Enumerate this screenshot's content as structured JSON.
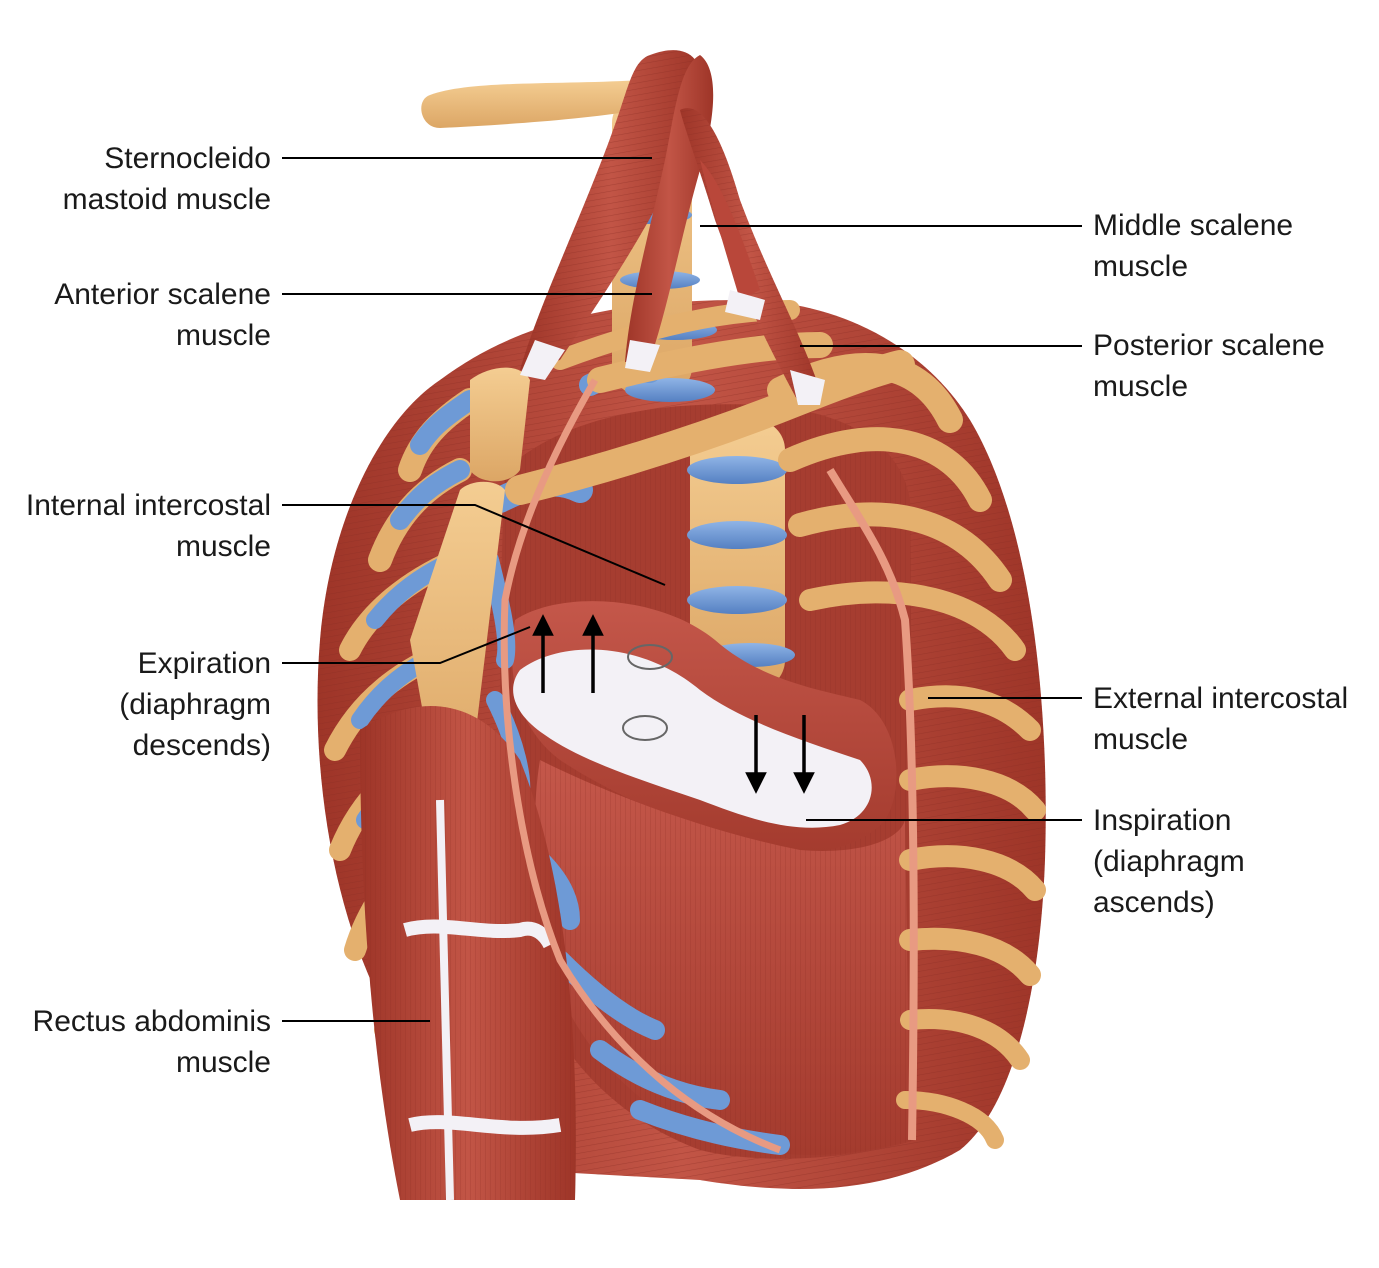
{
  "colors": {
    "muscle": "#b8473a",
    "muscle_dark": "#8f3026",
    "muscle_light": "#cd6a5c",
    "bone": "#e9b978",
    "bone_dark": "#c9914e",
    "cartilage": "#6e9ad6",
    "cartilage_dark": "#4a73b4",
    "tendon": "#f3f1f6",
    "leader": "#000000",
    "label_text": "#1a1a1a"
  },
  "labels": {
    "sternocleidomastoid": "Sternocleido\nmastoid muscle",
    "anterior_scalene": "Anterior scalene\nmuscle",
    "internal_intercostal": "Internal intercostal\nmuscle",
    "expiration": "Expiration\n(diaphragm\ndescends)",
    "rectus_abdominis": "Rectus abdominis\nmuscle",
    "middle_scalene": "Middle scalene\nmuscle",
    "posterior_scalene": "Posterior scalene\nmuscle",
    "external_intercostal": "External intercostal\nmuscle",
    "inspiration": "Inspiration\n(diaphragm\nascends)"
  },
  "arrows": {
    "expiration_direction": "up",
    "inspiration_direction": "down"
  }
}
